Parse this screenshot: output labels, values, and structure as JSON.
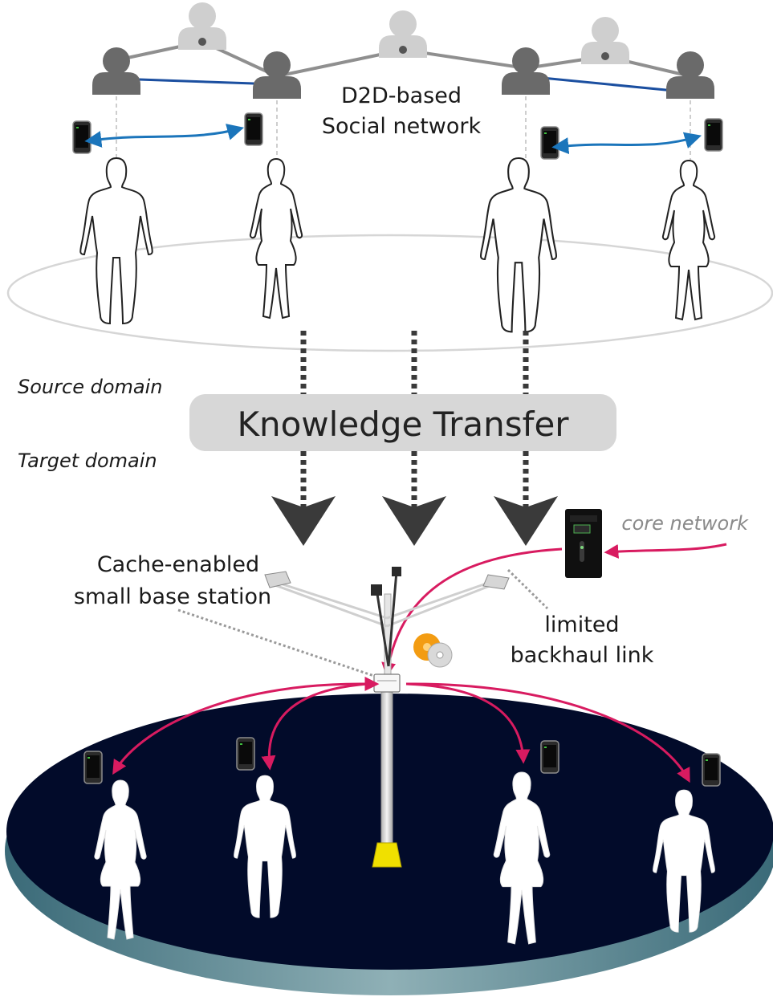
{
  "top_label": {
    "line1": "D2D-based",
    "line2": "Social network"
  },
  "source_domain": "Source domain",
  "target_domain": "Target domain",
  "knowledge_transfer": "Knowledge Transfer",
  "core_network": "core network",
  "base_station_label": {
    "line1": "Cache-enabled",
    "line2": "small base station"
  },
  "backhaul_label": {
    "line1": "limited",
    "line2": "backhaul link"
  },
  "colors": {
    "d2d_link": "#1b75bb",
    "social_link": "#1b4fa0",
    "cellular_link": "#d81b60",
    "dashed": "#333333",
    "platform": "#020b2a",
    "platform_rim": "#5e8a96"
  }
}
